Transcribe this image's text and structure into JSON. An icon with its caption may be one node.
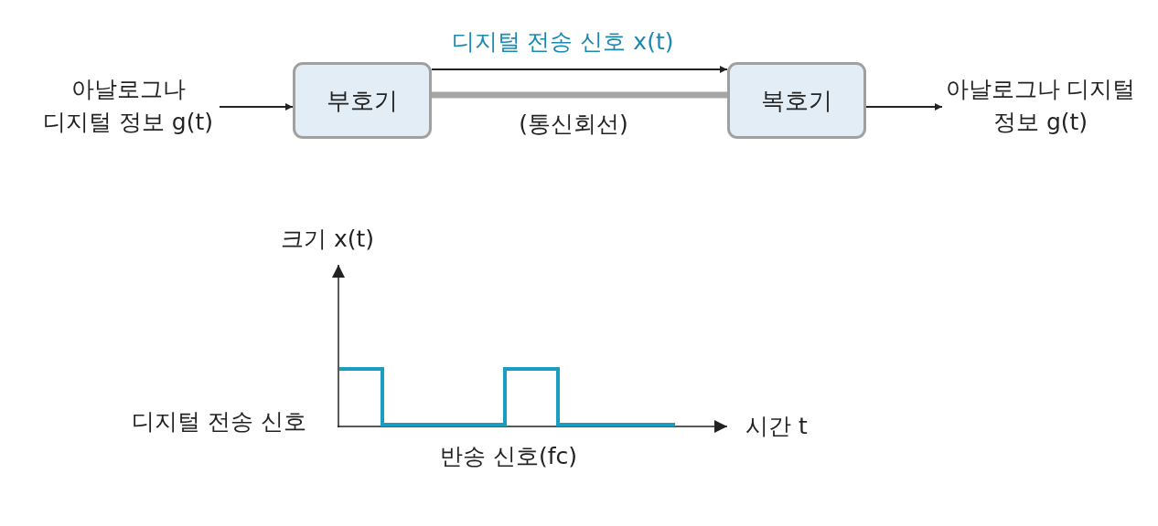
{
  "diagram": {
    "nodes": [
      {
        "text": [
          "아날로그나 디지털 정보 g(t)"
        ]
      },
      {
        "text": [
          "부호기"
        ]
      },
      {
        "text": [
          "복호기"
        ]
      },
      {
        "text": [
          "아날로그나 디지털 정보 g(t)"
        ]
      }
    ],
    "edges": [
      {
        "from": 0,
        "to": 1,
        "arrow": "to"
      },
      {
        "from": 1,
        "to": 2,
        "arrow": "to",
        "label": "디지털 전송 신호 x(t)"
      },
      {
        "from": 1,
        "to": 2,
        "arrow": "none",
        "label": "(통신회선)",
        "style": "thick",
        "color": "#a6a6a6"
      },
      {
        "from": 2,
        "to": 3,
        "arrow": "to"
      }
    ],
    "labels": [
      "크기 x(t)",
      "디지털 전송 신호",
      "시간 t",
      "반송 신호(fc)"
    ]
  }
}
